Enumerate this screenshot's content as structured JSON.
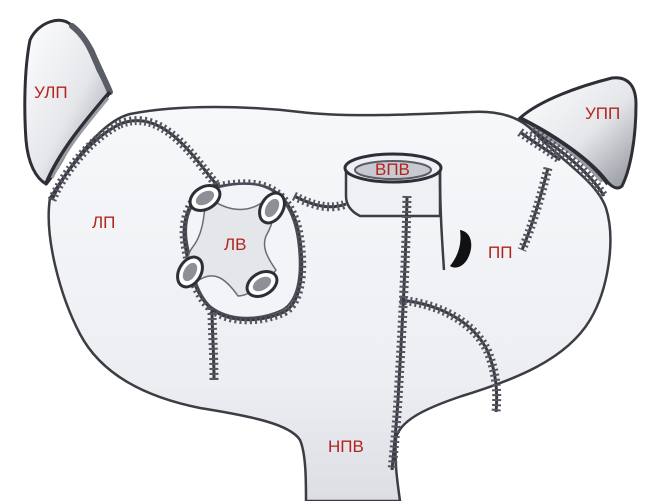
{
  "labels": {
    "ulp": "УЛП",
    "upp": "УПП",
    "lp": "ЛП",
    "pp": "ПП",
    "lv": "ЛВ",
    "vpv": "ВПВ",
    "npv": "НПВ"
  },
  "colors": {
    "label": "#b3241c",
    "outline": "#3c3c44",
    "suture": "#55555f",
    "fill": "#eef0f4",
    "shadow": "#c8cad2"
  }
}
